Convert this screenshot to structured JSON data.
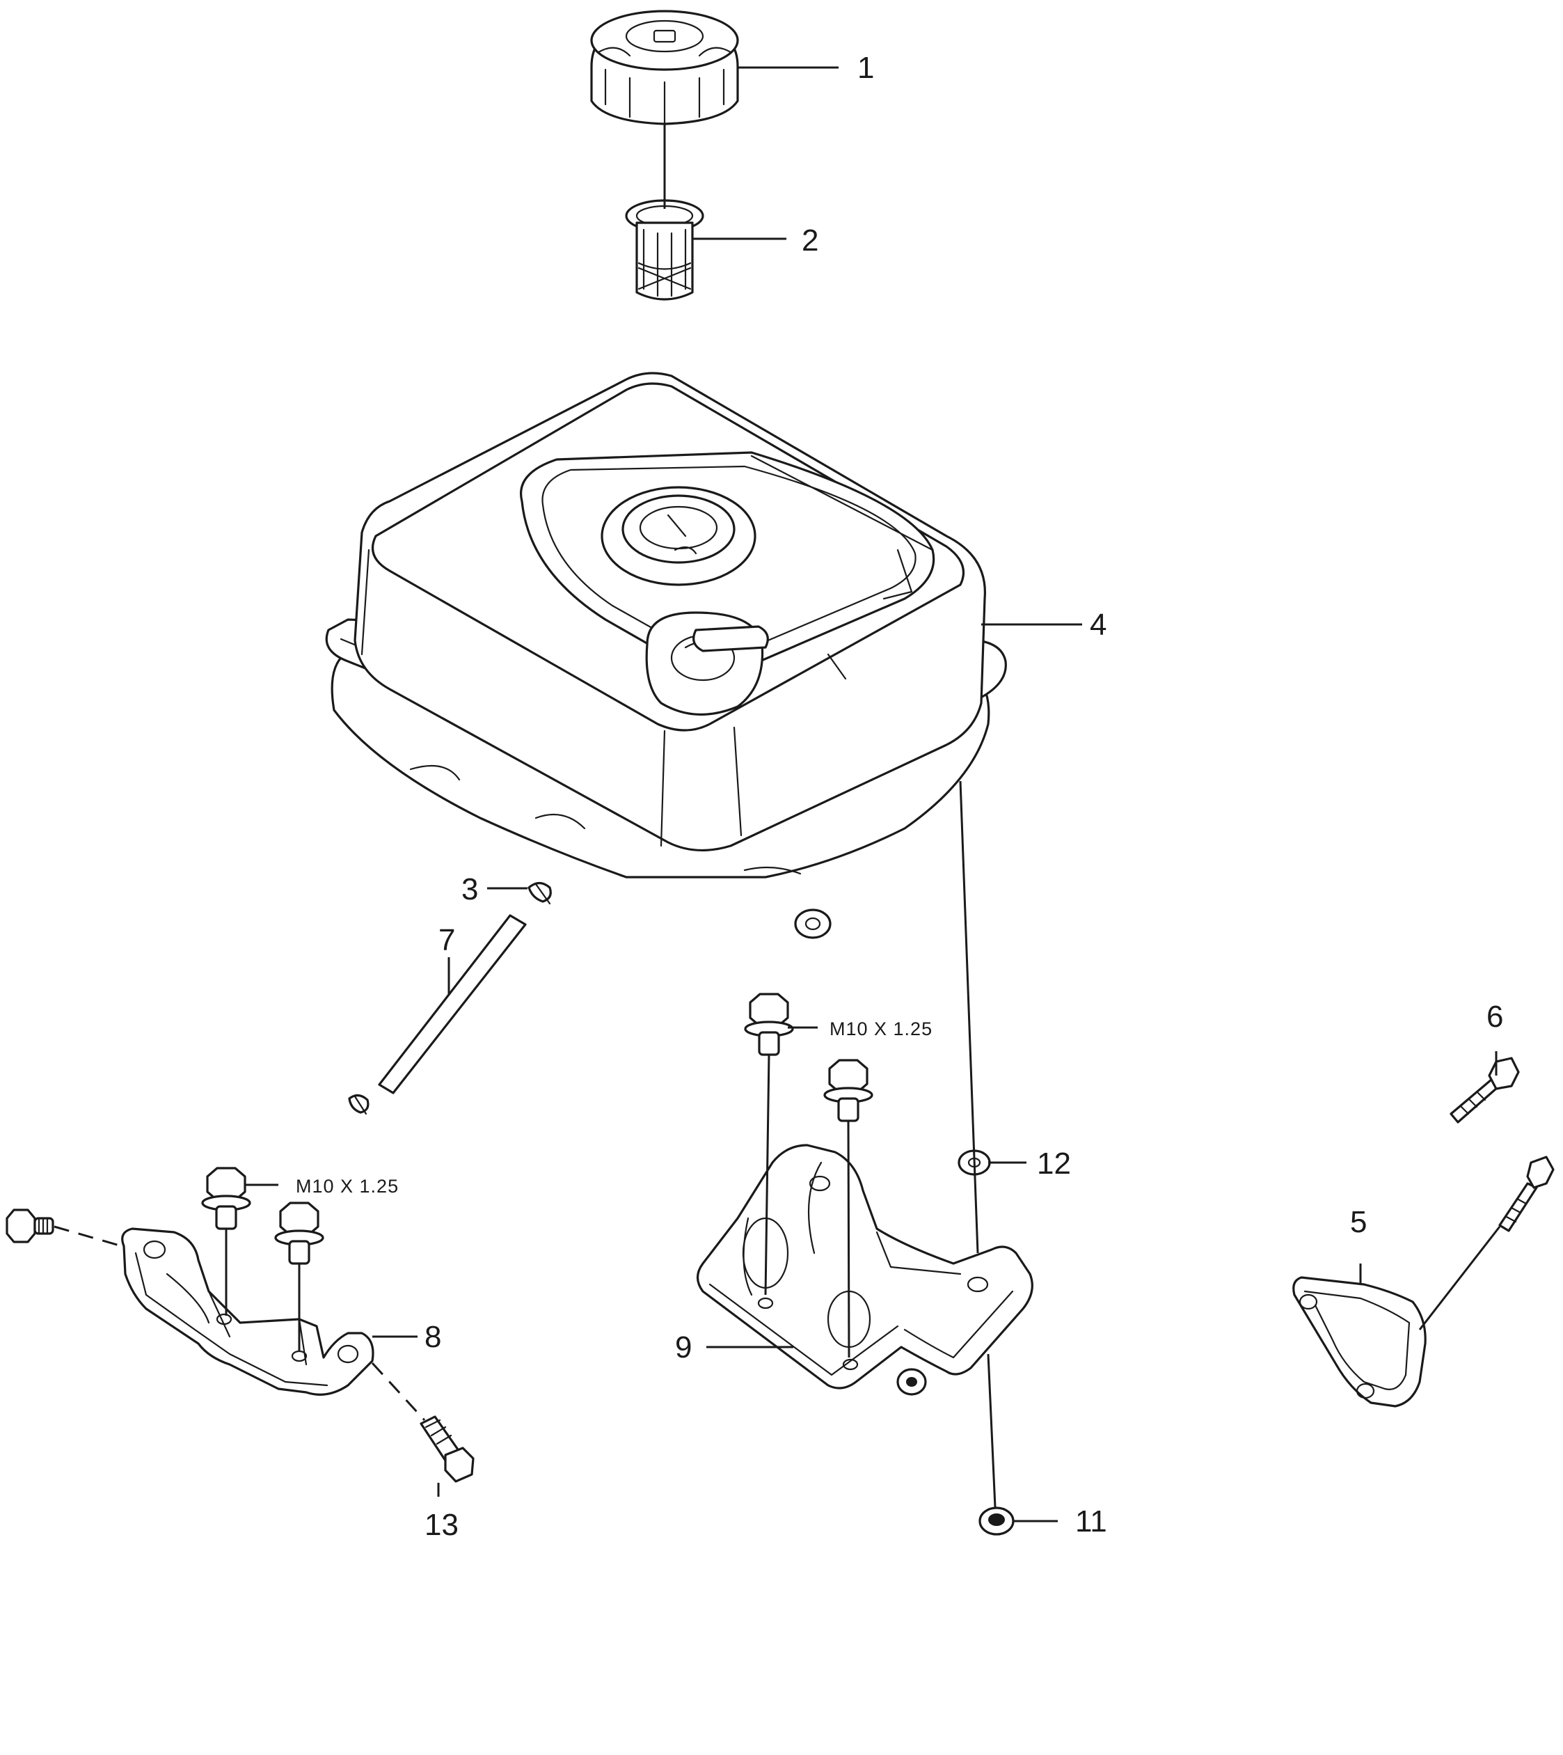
{
  "callouts": {
    "c1": "1",
    "c2": "2",
    "c3": "3",
    "c4": "4",
    "c5": "5",
    "c6": "6",
    "c7": "7",
    "c8": "8",
    "c9": "9",
    "c11": "11",
    "c12": "12",
    "c13": "13"
  },
  "specs": {
    "bolt_9": "M10 X 1.25",
    "bolt_8": "M10 X 1.25"
  }
}
